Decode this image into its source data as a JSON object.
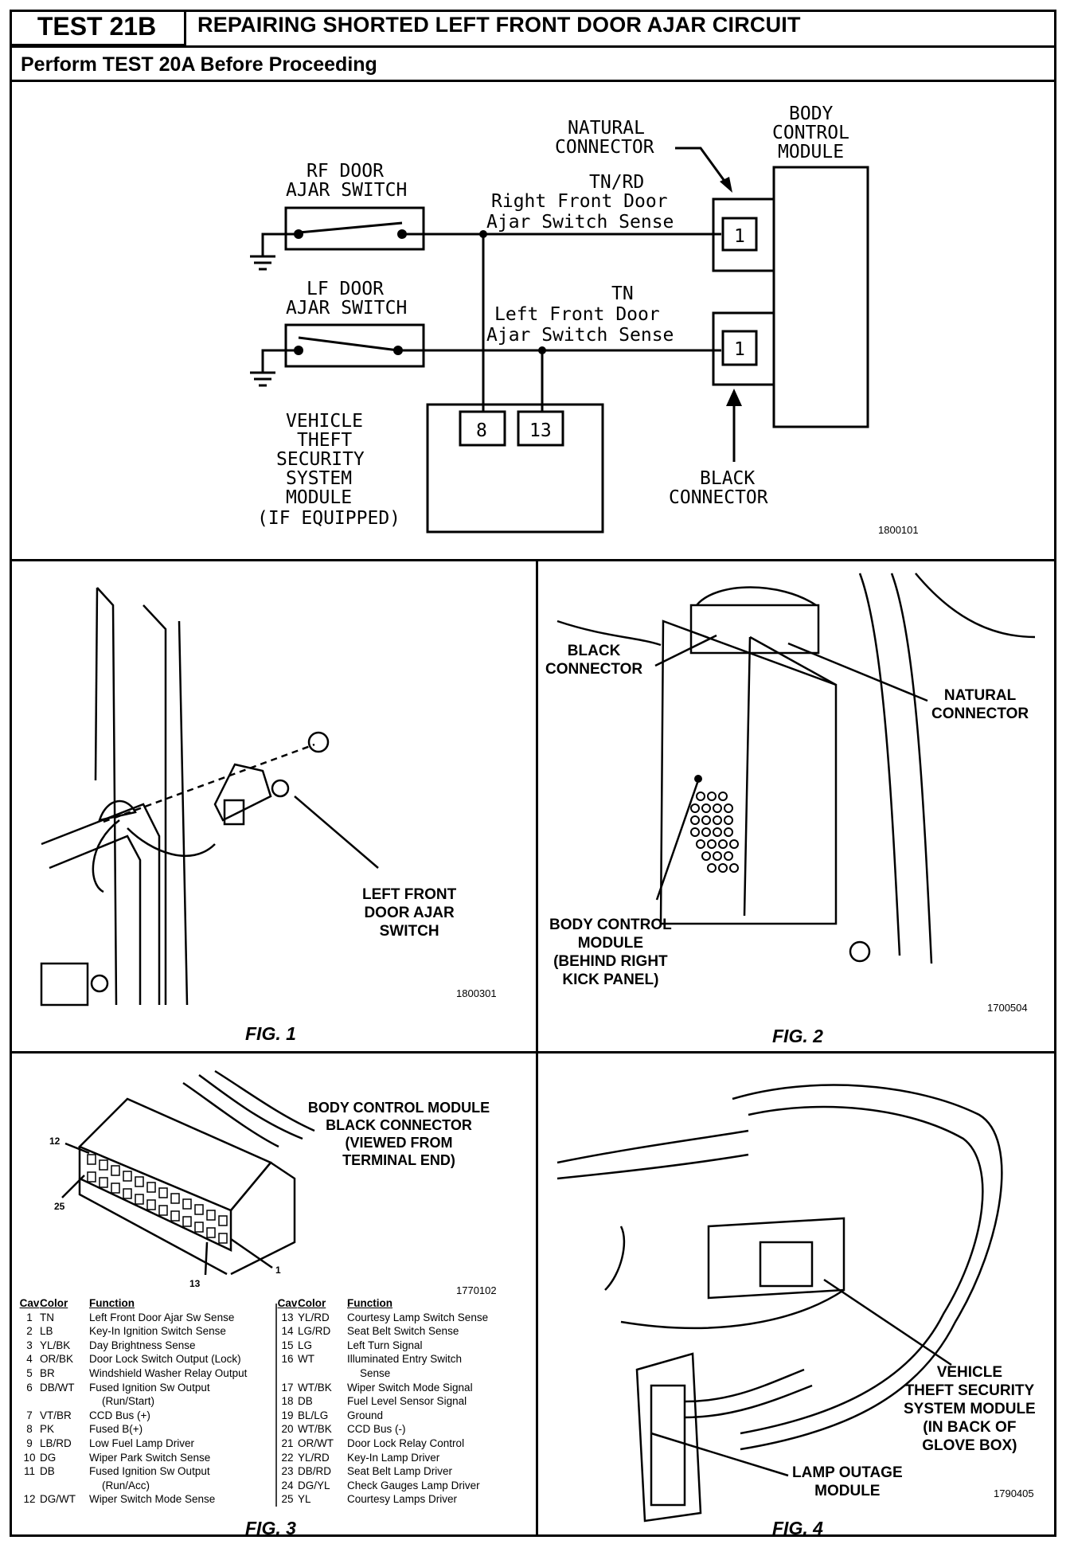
{
  "header": {
    "test_id": "TEST 21B",
    "title": "REPAIRING SHORTED LEFT FRONT DOOR AJAR CIRCUIT",
    "subtitle": "Perform TEST 20A  Before Proceeding"
  },
  "schematic": {
    "rf_switch": [
      "RF DOOR",
      "AJAR SWITCH"
    ],
    "lf_switch": [
      "LF DOOR",
      "AJAR SWITCH"
    ],
    "natural_connector": [
      "NATURAL",
      "CONNECTOR"
    ],
    "bcm": [
      "BODY",
      "CONTROL",
      "MODULE"
    ],
    "rf_wire": [
      "TN/RD",
      "Right Front Door",
      "Ajar Switch Sense"
    ],
    "lf_wire": [
      "TN",
      "Left Front Door",
      "Ajar Switch Sense"
    ],
    "pin_1a": "1",
    "pin_1b": "1",
    "pin_8": "8",
    "pin_13": "13",
    "vtss": [
      "VEHICLE",
      "THEFT",
      "SECURITY",
      "SYSTEM",
      "MODULE",
      "(IF EQUIPPED)"
    ],
    "black_connector": [
      "BLACK",
      "CONNECTOR"
    ],
    "code": "1800101"
  },
  "fig1": {
    "label": [
      "LEFT FRONT",
      "DOOR AJAR",
      "SWITCH"
    ],
    "code": "1800301",
    "caption": "FIG. 1"
  },
  "fig2": {
    "black_connector": [
      "BLACK",
      "CONNECTOR"
    ],
    "natural_connector": [
      "NATURAL",
      "CONNECTOR"
    ],
    "bcm": [
      "BODY CONTROL",
      "MODULE",
      "(BEHIND RIGHT",
      "KICK PANEL)"
    ],
    "code": "1700504",
    "caption": "FIG. 2"
  },
  "fig3": {
    "title": [
      "BODY CONTROL MODULE",
      "BLACK CONNECTOR",
      "(VIEWED FROM",
      "TERMINAL END)"
    ],
    "pin_12": "12",
    "pin_25": "25",
    "pin_13": "13",
    "pin_1": "1",
    "code": "1770102",
    "caption": "FIG. 3",
    "headers": [
      "Cav",
      "Color",
      "Function"
    ],
    "left_rows": [
      [
        "1",
        "TN",
        "Left Front Door Ajar Sw Sense"
      ],
      [
        "2",
        "LB",
        "Key-In Ignition Switch Sense"
      ],
      [
        "3",
        "YL/BK",
        "Day Brightness Sense"
      ],
      [
        "4",
        "OR/BK",
        "Door Lock Switch Output (Lock)"
      ],
      [
        "5",
        "BR",
        "Windshield Washer Relay Output"
      ],
      [
        "6",
        "DB/WT",
        "Fused Ignition Sw Output"
      ],
      [
        "",
        "",
        "(Run/Start)"
      ],
      [
        "7",
        "VT/BR",
        "CCD Bus (+)"
      ],
      [
        "8",
        "PK",
        "Fused B(+)"
      ],
      [
        "9",
        "LB/RD",
        "Low Fuel Lamp Driver"
      ],
      [
        "10",
        "DG",
        "Wiper Park Switch Sense"
      ],
      [
        "11",
        "DB",
        "Fused Ignition Sw Output"
      ],
      [
        "",
        "",
        "(Run/Acc)"
      ],
      [
        "12",
        "DG/WT",
        "Wiper Switch Mode Sense"
      ]
    ],
    "right_rows": [
      [
        "13",
        "YL/RD",
        "Courtesy Lamp Switch Sense"
      ],
      [
        "14",
        "LG/RD",
        "Seat Belt Switch Sense"
      ],
      [
        "15",
        "LG",
        "Left Turn Signal"
      ],
      [
        "16",
        "WT",
        "Illuminated Entry Switch"
      ],
      [
        "",
        "",
        "Sense"
      ],
      [
        "17",
        "WT/BK",
        "Wiper Switch Mode Signal"
      ],
      [
        "18",
        "DB",
        "Fuel Level Sensor Signal"
      ],
      [
        "19",
        "BL/LG",
        "Ground"
      ],
      [
        "20",
        "WT/BK",
        "CCD Bus (-)"
      ],
      [
        "21",
        "OR/WT",
        "Door Lock Relay Control"
      ],
      [
        "22",
        "YL/RD",
        "Key-In Lamp Driver"
      ],
      [
        "23",
        "DB/RD",
        "Seat Belt Lamp Driver"
      ],
      [
        "24",
        "DG/YL",
        "Check Gauges Lamp Driver"
      ],
      [
        "25",
        "YL",
        "Courtesy Lamps Driver"
      ]
    ]
  },
  "fig4": {
    "vtss": [
      "VEHICLE",
      "THEFT SECURITY",
      "SYSTEM MODULE",
      "(IN BACK OF",
      "GLOVE BOX)"
    ],
    "lamp": [
      "LAMP OUTAGE",
      "MODULE"
    ],
    "code": "1790405",
    "caption": "FIG. 4"
  }
}
